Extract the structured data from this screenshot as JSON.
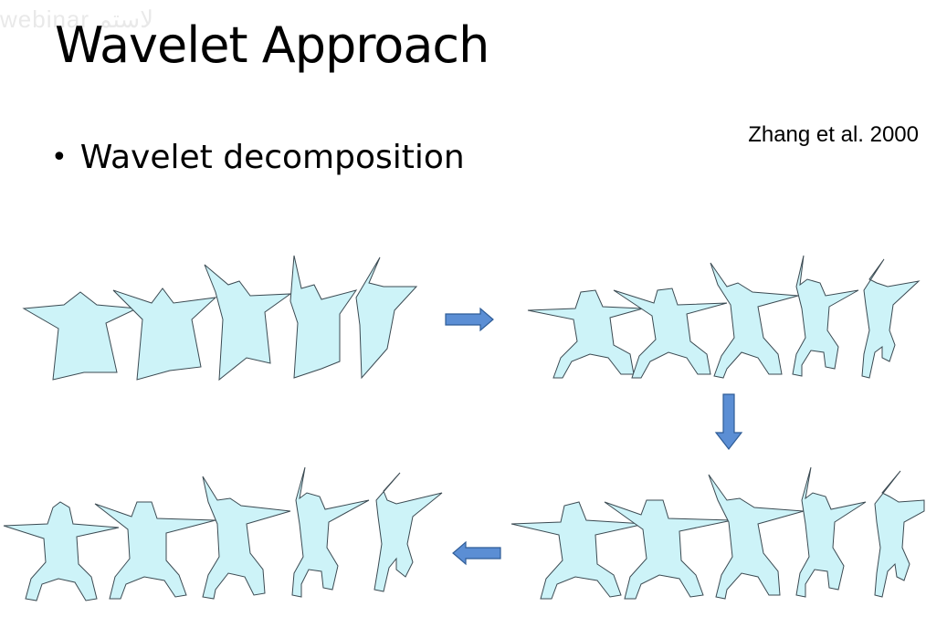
{
  "slide": {
    "watermark": "webinar لاستم",
    "title": "Wavelet Approach",
    "citation": "Zhang et al. 2000",
    "bullets": [
      "Wavelet decomposition"
    ]
  },
  "colors": {
    "silhouette_fill": "#cdf3f8",
    "silhouette_stroke": "#3b4a52",
    "arrow_fill": "#5b8ed4"
  },
  "figures": {
    "rows": [
      {
        "name": "top-left-row",
        "description_icon": "blobby-silhouette-sequence"
      },
      {
        "name": "top-right-row",
        "description_icon": "dancer-silhouette-sequence"
      },
      {
        "name": "bottom-right-row",
        "description_icon": "dancer-silhouette-sequence"
      },
      {
        "name": "bottom-left-row",
        "description_icon": "dancer-silhouette-sequence"
      }
    ],
    "arrows": [
      "arrow-right-icon",
      "arrow-down-icon",
      "arrow-left-icon"
    ]
  }
}
